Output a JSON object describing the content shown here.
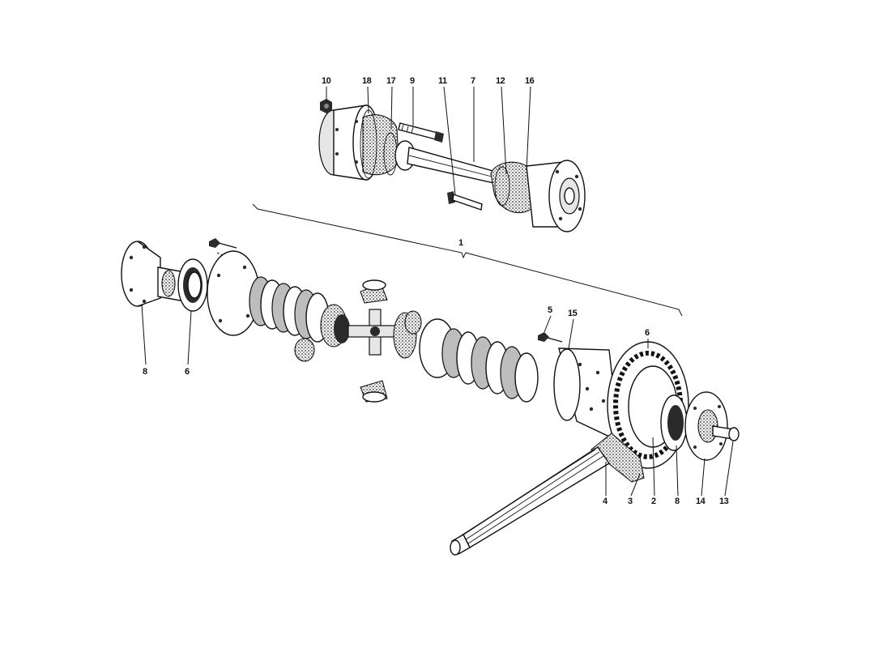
{
  "diagram": {
    "callouts": [
      {
        "id": "10",
        "text": "10"
      },
      {
        "id": "18",
        "text": "18"
      },
      {
        "id": "17",
        "text": "17"
      },
      {
        "id": "9a",
        "text": "9"
      },
      {
        "id": "11",
        "text": "11"
      },
      {
        "id": "7",
        "text": "7"
      },
      {
        "id": "12",
        "text": "12"
      },
      {
        "id": "16",
        "text": "16"
      },
      {
        "id": "1",
        "text": "1"
      },
      {
        "id": "8a",
        "text": "8"
      },
      {
        "id": "6a",
        "text": "6"
      },
      {
        "id": "5",
        "text": "5"
      },
      {
        "id": "15",
        "text": "15"
      },
      {
        "id": "6b",
        "text": "6"
      },
      {
        "id": "4",
        "text": "4"
      },
      {
        "id": "3",
        "text": "3"
      },
      {
        "id": "2",
        "text": "2"
      },
      {
        "id": "8b",
        "text": "8"
      },
      {
        "id": "14",
        "text": "14"
      },
      {
        "id": "13",
        "text": "13"
      }
    ]
  }
}
